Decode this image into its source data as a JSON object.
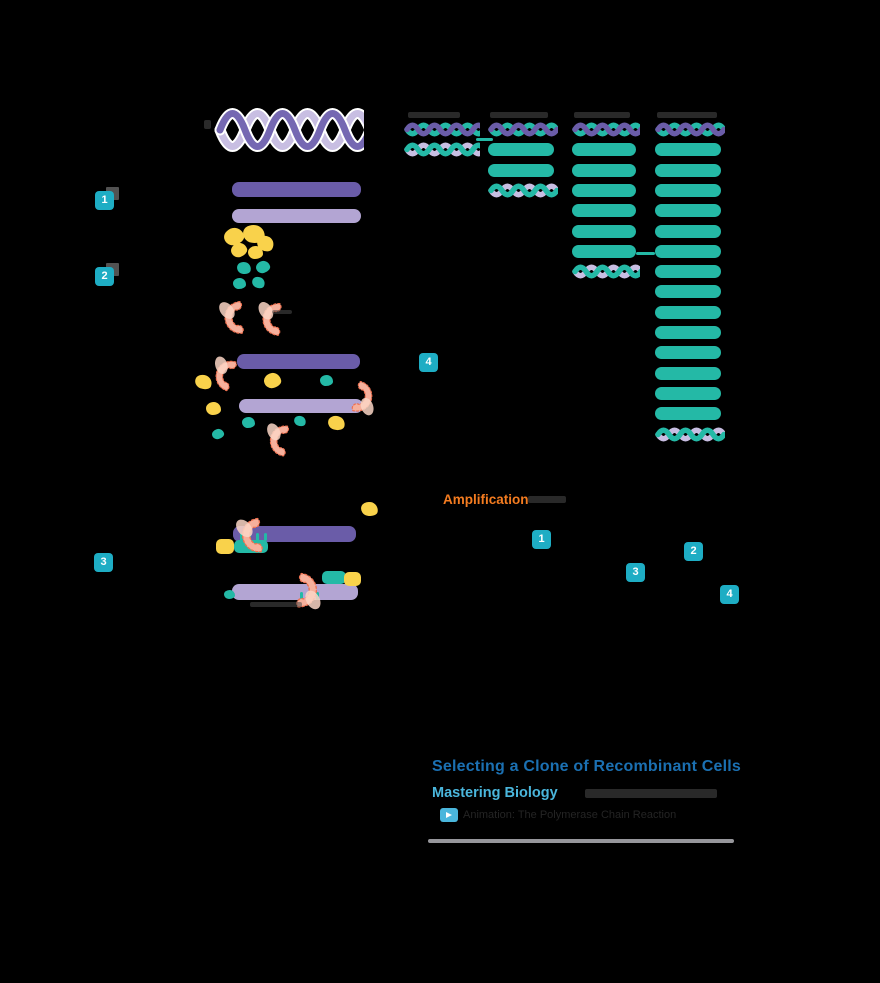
{
  "process": {
    "step_badges": [
      "1",
      "2",
      "3",
      "4"
    ]
  },
  "cycles": {
    "columns": [
      {
        "name": "cycle-1",
        "dna_copies": 2
      },
      {
        "name": "cycle-2",
        "dna_copies": 4
      },
      {
        "name": "cycle-3",
        "dna_copies": 8
      },
      {
        "name": "cycle-4",
        "dna_copies": 16
      }
    ]
  },
  "amplification_chart": {
    "title": "Amplification",
    "point_badges": [
      "1",
      "2",
      "3",
      "4"
    ]
  },
  "footer": {
    "title": "Selecting a Clone of Recombinant Cells",
    "brand_label": "Mastering Biology",
    "caption": "Animation: The Polymerase Chain Reaction"
  },
  "colors": {
    "teal": "#24B9A6",
    "badge_teal": "#1EADC4",
    "purple_dark": "#6A5CA8",
    "purple_light": "#B3A5D3",
    "lavender": "#C8BEE2",
    "yellow": "#F9D24B",
    "polymerase_salmon": "#F6B09C",
    "orange": "#F47C20",
    "title_blue": "#1B70B2",
    "light_blue": "#4AB6DC"
  }
}
